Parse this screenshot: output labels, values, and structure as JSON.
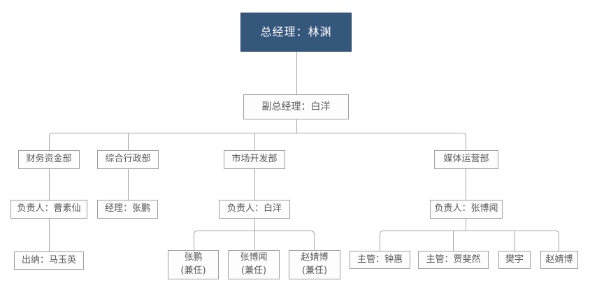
{
  "colors": {
    "root_fill": "#35577C",
    "root_text": "#FFFFFF",
    "box_fill": "#FDFDFD",
    "box_border": "#9E9E9E",
    "box_text": "#595959",
    "connector_line": "#A6A6A6",
    "background": "#FFFFFF"
  },
  "org": {
    "root": {
      "label": "总经理：林渊"
    },
    "deputy": {
      "label": "副总经理：白洋"
    },
    "departments": [
      {
        "label": "财务资金部",
        "lead": "负责人：曹素仙",
        "staff": [
          "出纳：马玉英"
        ]
      },
      {
        "label": "综合行政部",
        "lead": "经理：张鹏",
        "staff": []
      },
      {
        "label": "市场开发部",
        "lead": "负责人：白洋",
        "staff": [
          "张鹏\n(兼任)",
          "张博闻\n(兼任)",
          "赵婧博\n(兼任)"
        ]
      },
      {
        "label": "媒体运营部",
        "lead": "负责人：张博闻",
        "staff": [
          "主管：钟惠",
          "主管：贾斐然",
          "樊宇",
          "赵婧博"
        ]
      }
    ]
  }
}
